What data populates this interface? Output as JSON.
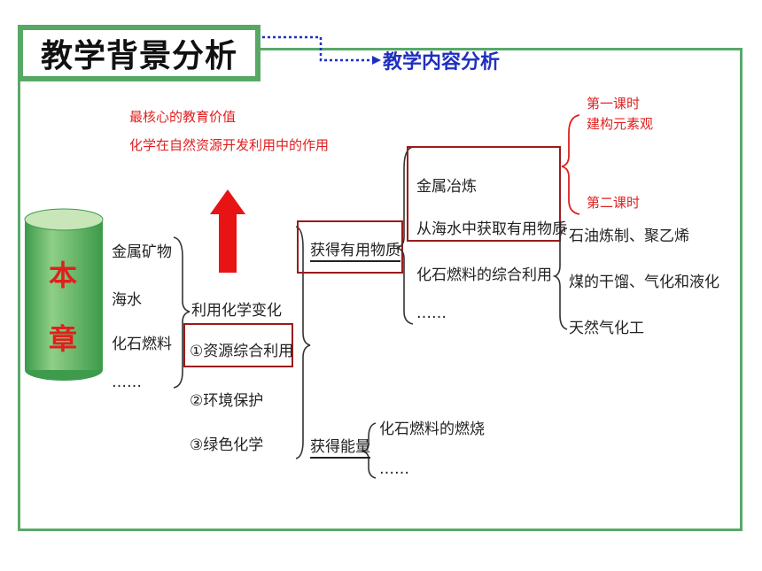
{
  "header": {
    "title": "教学背景分析",
    "subtitle": "教学内容分析"
  },
  "notes": {
    "core_value": "最核心的教育价值",
    "role": "化学在自然资源开发利用中的作用",
    "lesson1_label": "第一课时",
    "lesson1_desc": "建构元素观",
    "lesson2_label": "第二课时"
  },
  "cylinder": {
    "line1": "本",
    "line2": "章"
  },
  "resources": [
    "金属矿物",
    "海水",
    "化石燃料",
    "……"
  ],
  "uses": [
    "利用化学变化",
    "①资源综合利用",
    "②环境保护",
    "③绿色化学"
  ],
  "branches": {
    "useful": "获得有用物质",
    "energy": "获得能量"
  },
  "useful_items": [
    "金属冶炼",
    "从海水中获取有用物质",
    "化石燃料的综合利用",
    "……"
  ],
  "energy_items": [
    "化石燃料的燃烧",
    "……"
  ],
  "fossil_items": [
    "石油炼制、聚乙烯",
    "煤的干馏、气化和液化",
    "天然气化工"
  ],
  "colors": {
    "frame": "#5aa86a",
    "accent_red": "#e02020",
    "subtitle_blue": "#1f2fc0",
    "box_border": "#9b1b1b"
  }
}
